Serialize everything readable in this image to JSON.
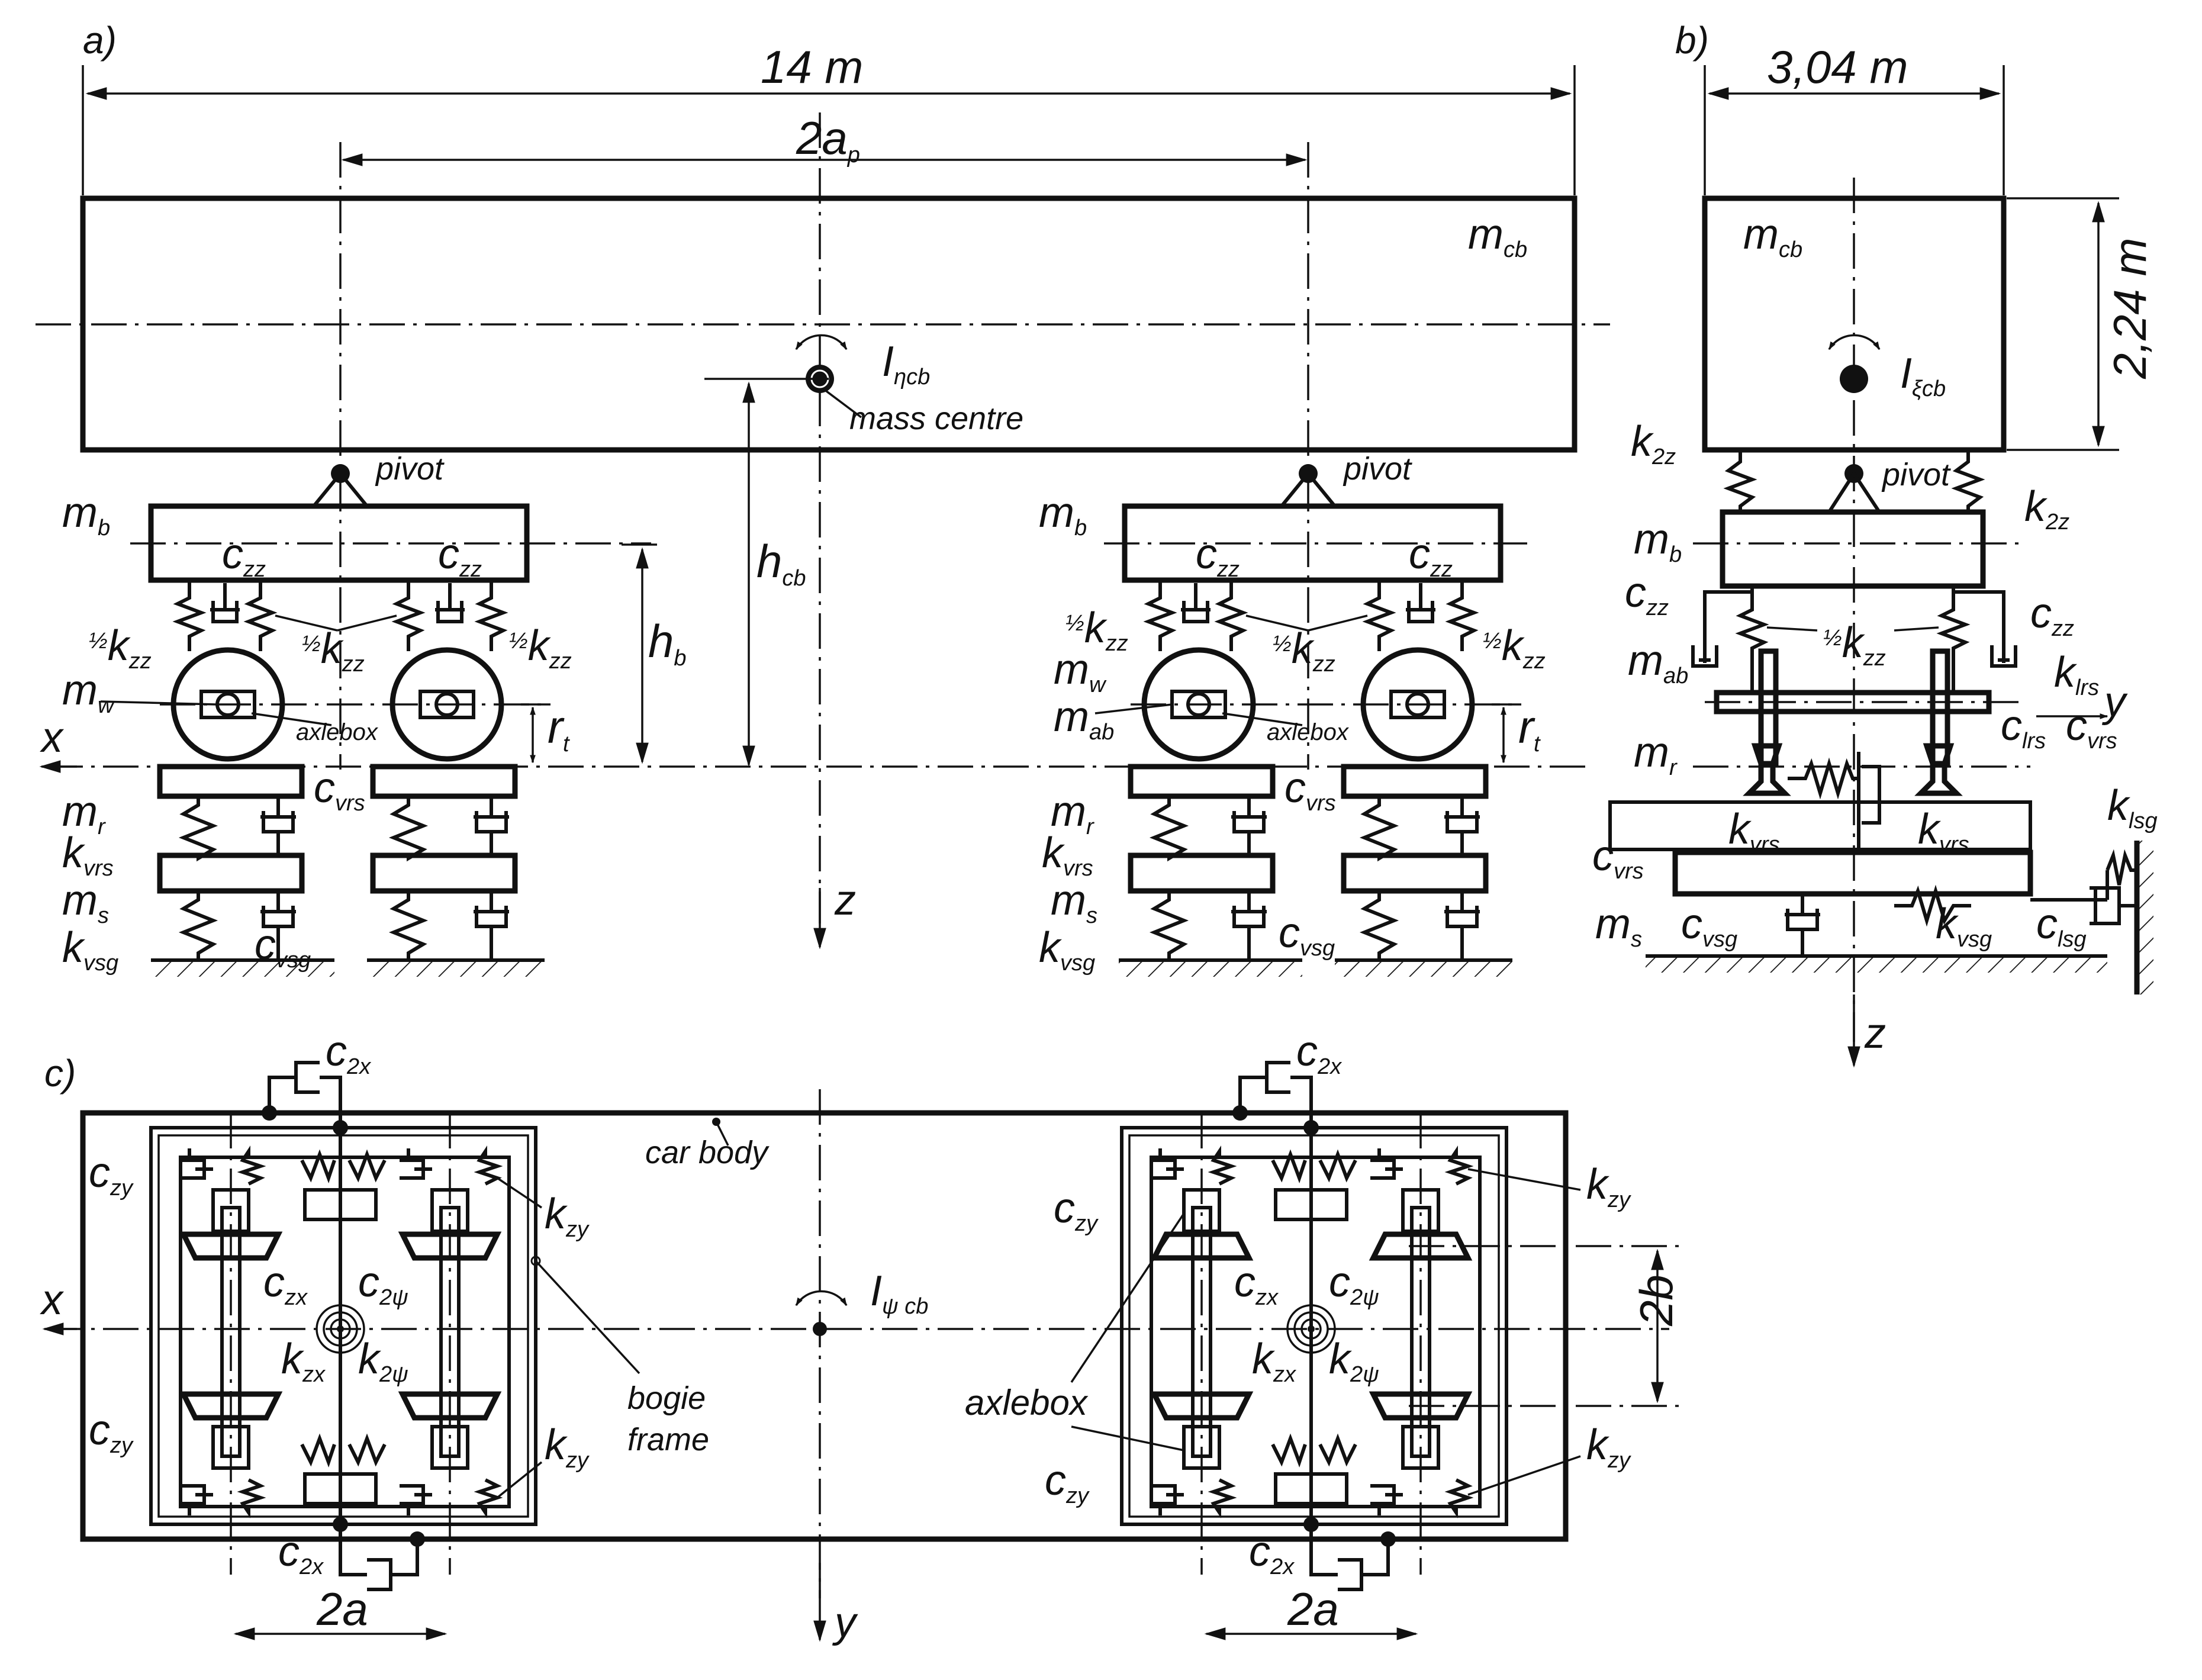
{
  "panels": {
    "a": "a)",
    "b": "b)",
    "c": "c)"
  },
  "dims": {
    "length": "14 m",
    "pivot_distance": "2a",
    "pivot_sub": "p",
    "width": "3,04 m",
    "height": "2,24 m",
    "h_cb": "h",
    "h_cb_sub": "cb",
    "h_b": "h",
    "h_b_sub": "b",
    "r_t": "r",
    "r_t_sub": "t",
    "wheelbase": "2a",
    "two_b": "2b"
  },
  "symbols": {
    "m": "m",
    "c": "c",
    "k": "k",
    "I": "I",
    "half": "½",
    "cb": "cb",
    "b": "b",
    "w": "w",
    "ab": "ab",
    "r": "r",
    "s": "s",
    "zz": "zz",
    "vrs": "vrs",
    "vsg": "vsg",
    "lrs": "lrs",
    "lsg": "lsg",
    "two_z": "2z",
    "two_x": "2x",
    "zy": "zy",
    "zx": "zx",
    "two_psi": "2ψ",
    "eta_cb": "ηcb",
    "xi_cb": "ξcb",
    "psi_cb": "ψ cb"
  },
  "labels": {
    "mass_centre": "mass centre",
    "pivot": "pivot",
    "axlebox": "axlebox",
    "car_body": "car body",
    "bogie_frame_1": "bogie",
    "bogie_frame_2": "frame",
    "axlebox_c": "axlebox"
  },
  "axes": {
    "x": "x",
    "y": "y",
    "z": "z"
  }
}
